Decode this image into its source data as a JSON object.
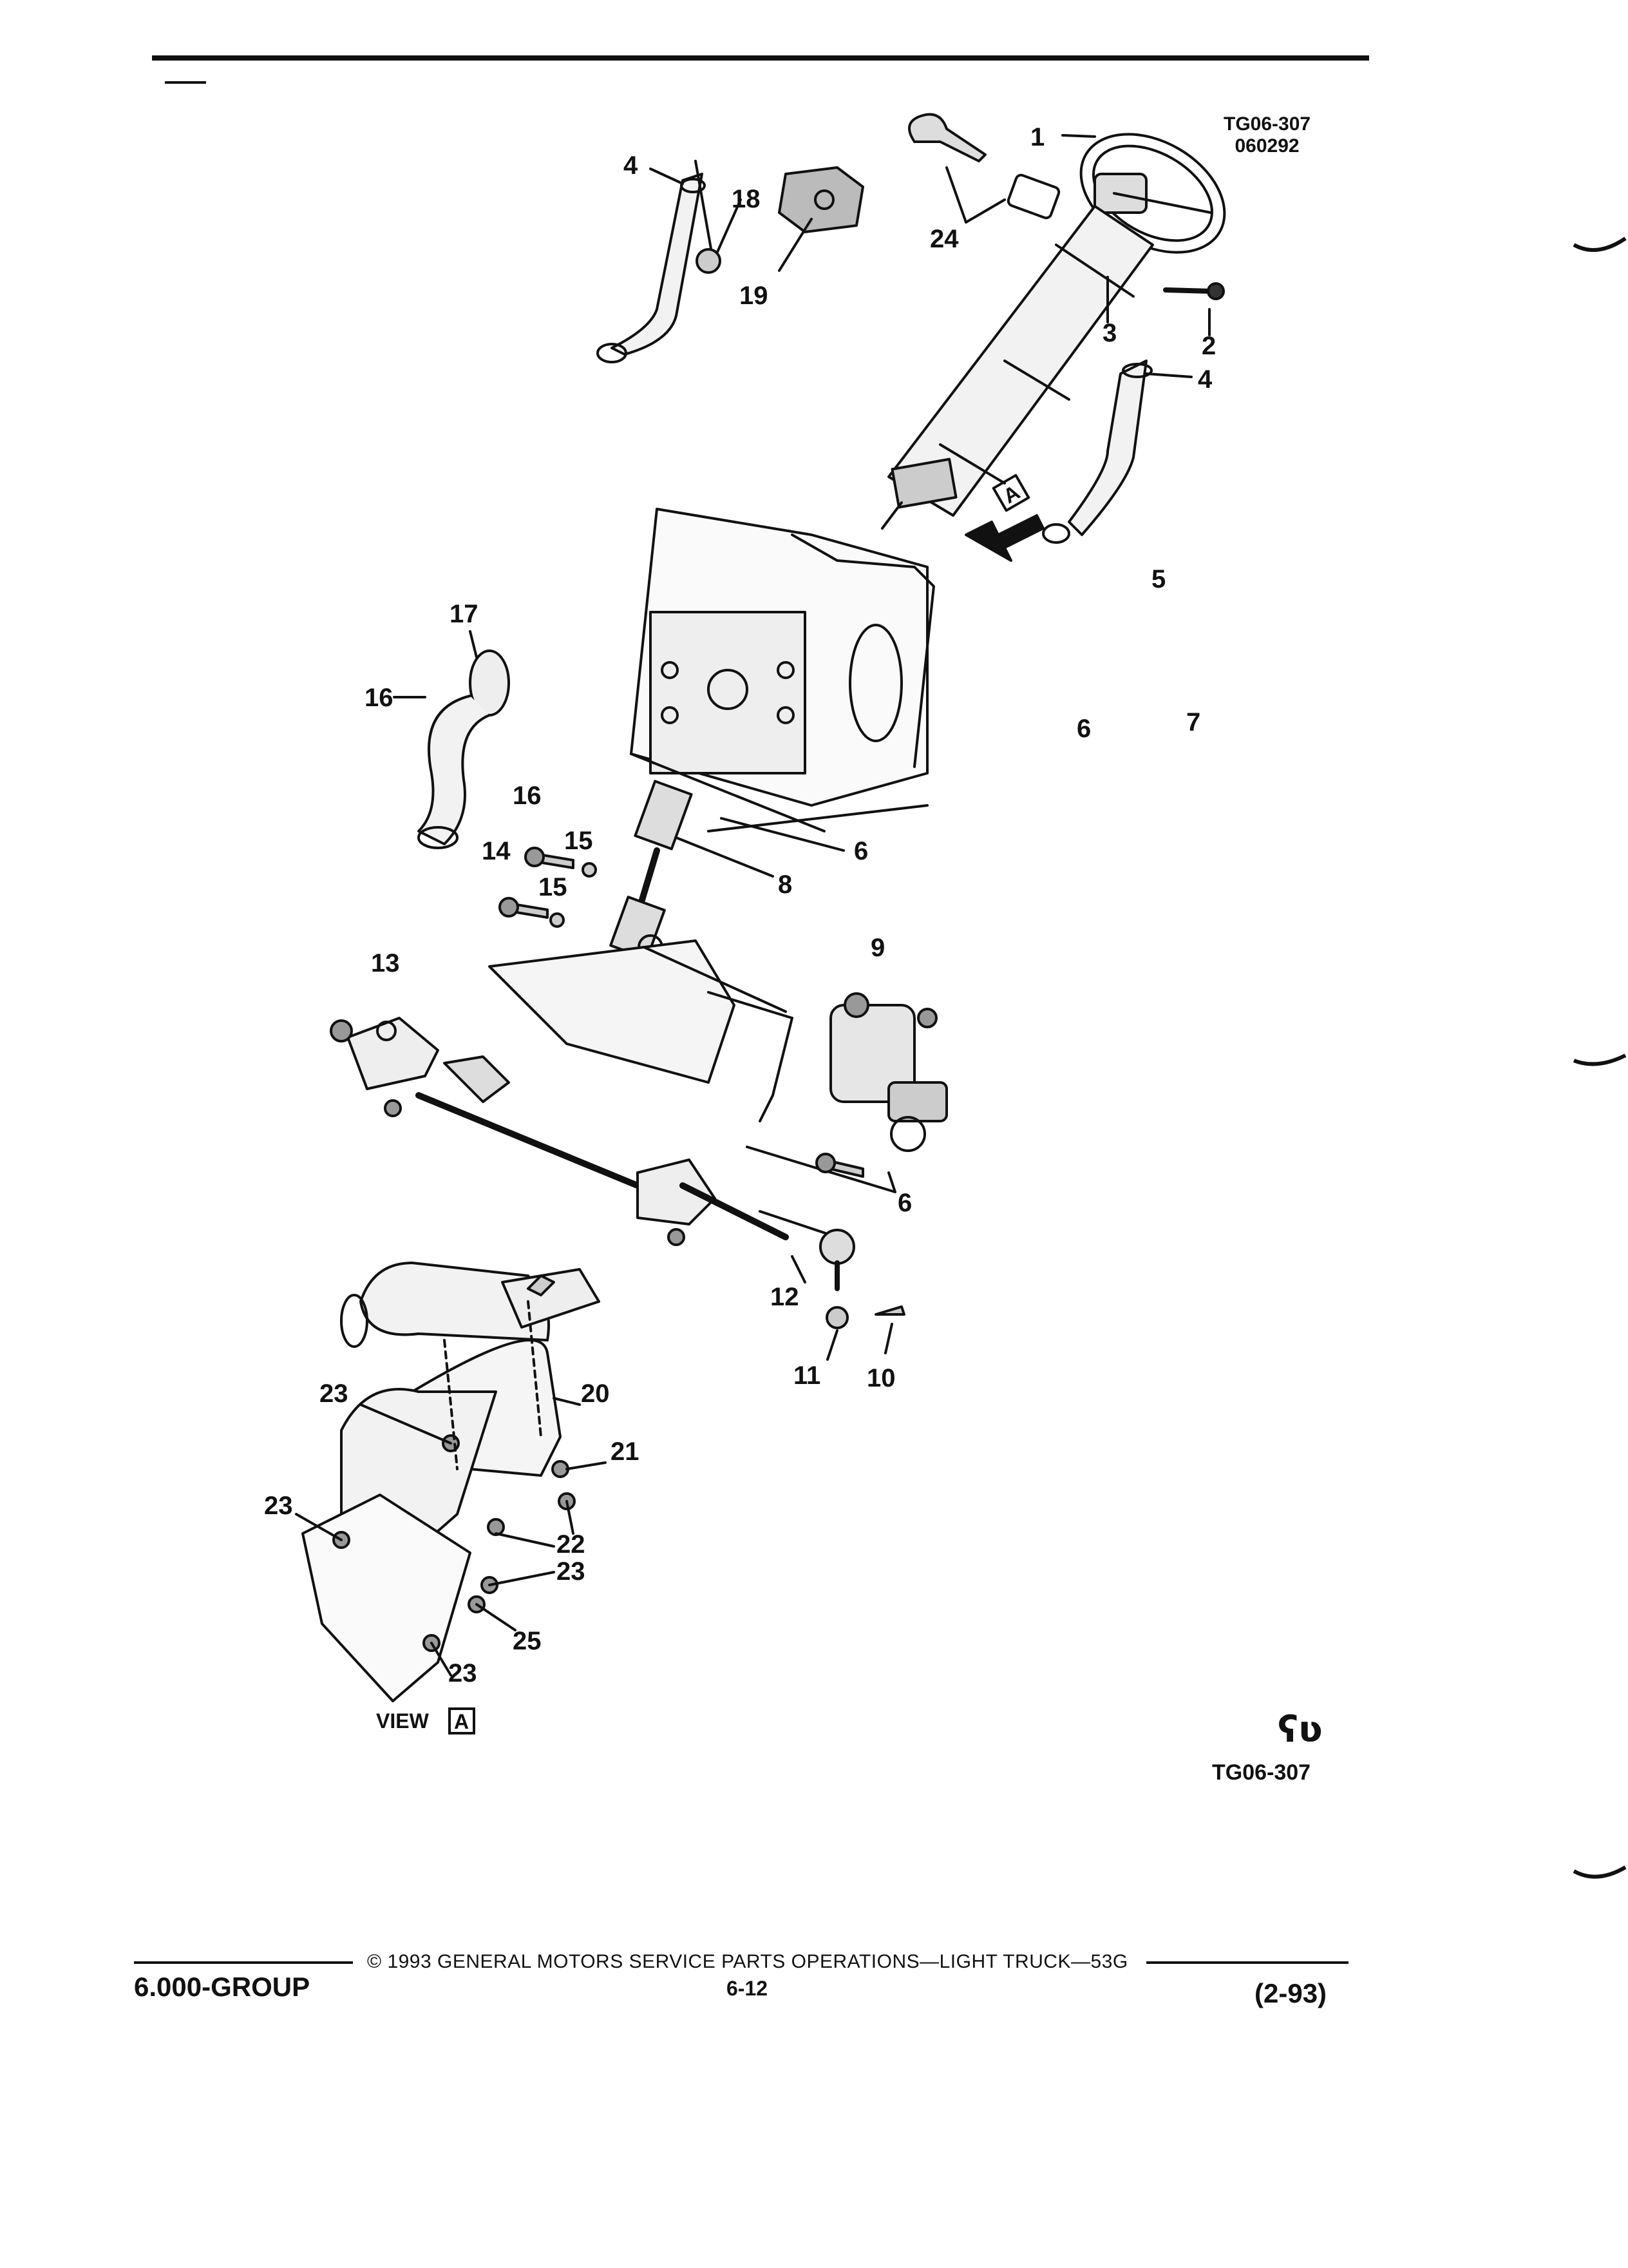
{
  "header": {
    "ref_code": "TG06-307",
    "ref_date": "060292"
  },
  "diagram": {
    "callouts": [
      "1",
      "2",
      "3",
      "4",
      "4",
      "5",
      "6",
      "6",
      "6",
      "7",
      "8",
      "9",
      "10",
      "11",
      "12",
      "13",
      "14",
      "15",
      "15",
      "16",
      "16",
      "17",
      "18",
      "19",
      "20",
      "21",
      "22",
      "23",
      "23",
      "23",
      "23",
      "24",
      "25"
    ],
    "view_label": "VIEW",
    "view_letter": "A",
    "view_arrow_letter": "A"
  },
  "bottom_code": "TG06-307",
  "logo_glyph": "ʕʋ",
  "footer": {
    "copyright": "© 1993 GENERAL MOTORS SERVICE PARTS OPERATIONS—LIGHT TRUCK—53G",
    "group": "6.000-GROUP",
    "page": "6-12",
    "date": "(2-93)"
  }
}
